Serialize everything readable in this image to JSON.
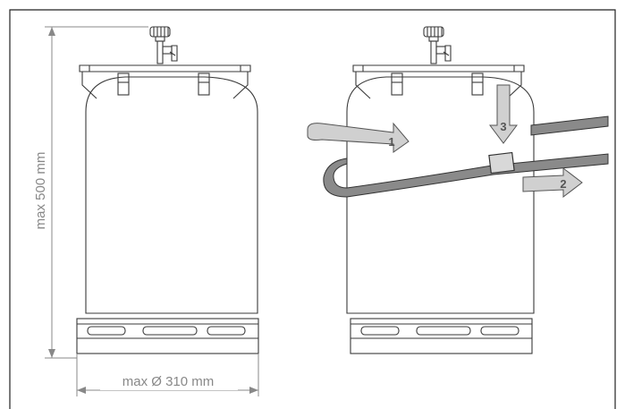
{
  "dimensions": {
    "height_label": "max 500 mm",
    "diameter_label": "max Ø 310 mm"
  },
  "steps": [
    {
      "number": "1",
      "description": ""
    },
    {
      "number": "2",
      "description": ""
    },
    {
      "number": "3",
      "description": ""
    }
  ],
  "colors": {
    "frame": "#222222",
    "outline": "#3a3a3a",
    "dimension": "#888888",
    "arrow_fill": "#d0d0d0",
    "strap": "#8a8a8a",
    "label": "#555555"
  }
}
